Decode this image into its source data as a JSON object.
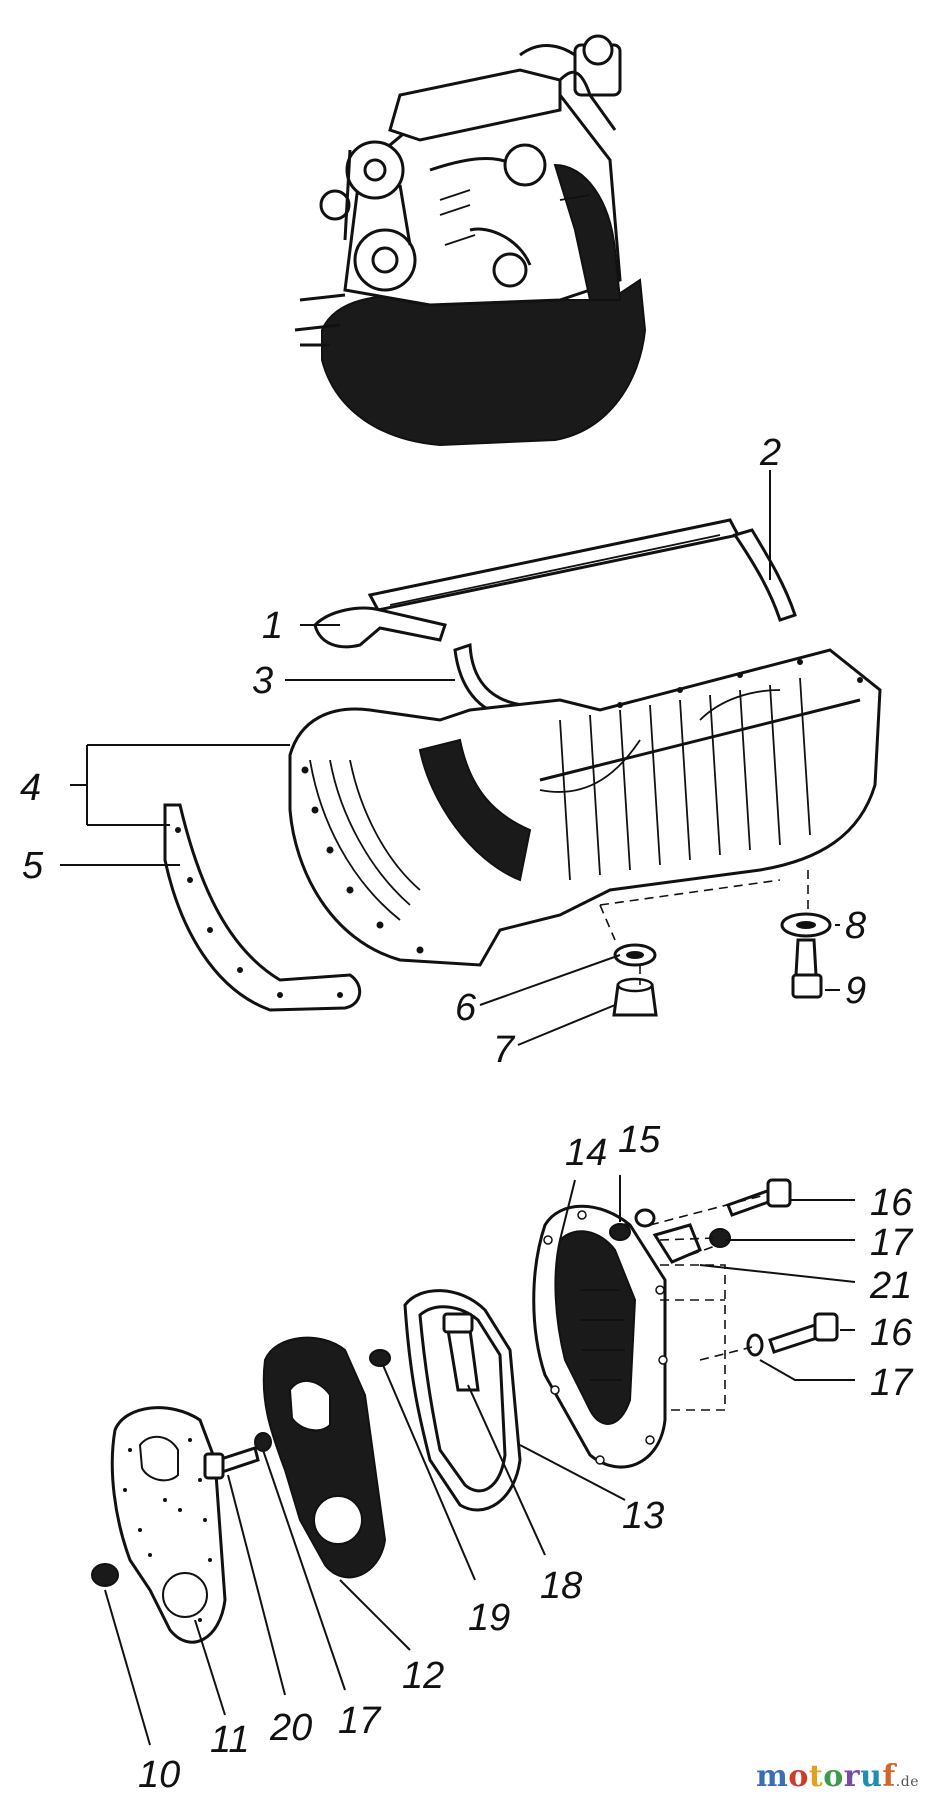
{
  "callouts": {
    "c1": "1",
    "c2": "2",
    "c3": "3",
    "c4": "4",
    "c5": "5",
    "c6": "6",
    "c7": "7",
    "c8": "8",
    "c9": "9",
    "c10": "10",
    "c11": "11",
    "c12": "12",
    "c13": "13",
    "c14": "14",
    "c15": "15",
    "c16a": "16",
    "c16b": "16",
    "c17a": "17",
    "c17b": "17",
    "c17c": "17",
    "c18": "18",
    "c19": "19",
    "c20": "20",
    "c21": "21"
  },
  "watermark": {
    "letters": [
      "m",
      "o",
      "t",
      "o",
      "r",
      "u",
      "f"
    ],
    "colors": [
      "#3a6fb5",
      "#d23a2a",
      "#e0a21b",
      "#3a9b4a",
      "#7a4aa8",
      "#1f8fb0",
      "#d2652a"
    ],
    "suffix": ".de"
  }
}
